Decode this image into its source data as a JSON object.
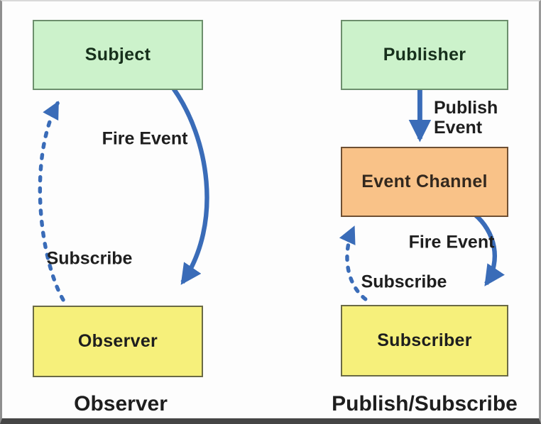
{
  "colors": {
    "arrow_blue": "#3a6cb8",
    "box_green": "#ccf2cb",
    "box_green_border": "#6d8f6d",
    "box_orange": "#f9c288",
    "box_orange_border": "#6e4f33",
    "box_yellow": "#f6f07b",
    "box_yellow_border": "#6a6a45",
    "text_dark": "#1e1e1e",
    "text_green_box": "#17301c",
    "text_orange_box": "#33281e"
  },
  "observer_pattern": {
    "caption": "Observer",
    "subject_box": "Subject",
    "observer_box": "Observer",
    "fire_event_label": "Fire Event",
    "subscribe_label": "Subscribe"
  },
  "pubsub_pattern": {
    "caption": "Publish/Subscribe",
    "publisher_box": "Publisher",
    "event_channel_box": "Event Channel",
    "subscriber_box": "Subscriber",
    "publish_event_label": {
      "line1": "Publish",
      "line2": "Event"
    },
    "fire_event_label": "Fire Event",
    "subscribe_label": "Subscribe"
  }
}
